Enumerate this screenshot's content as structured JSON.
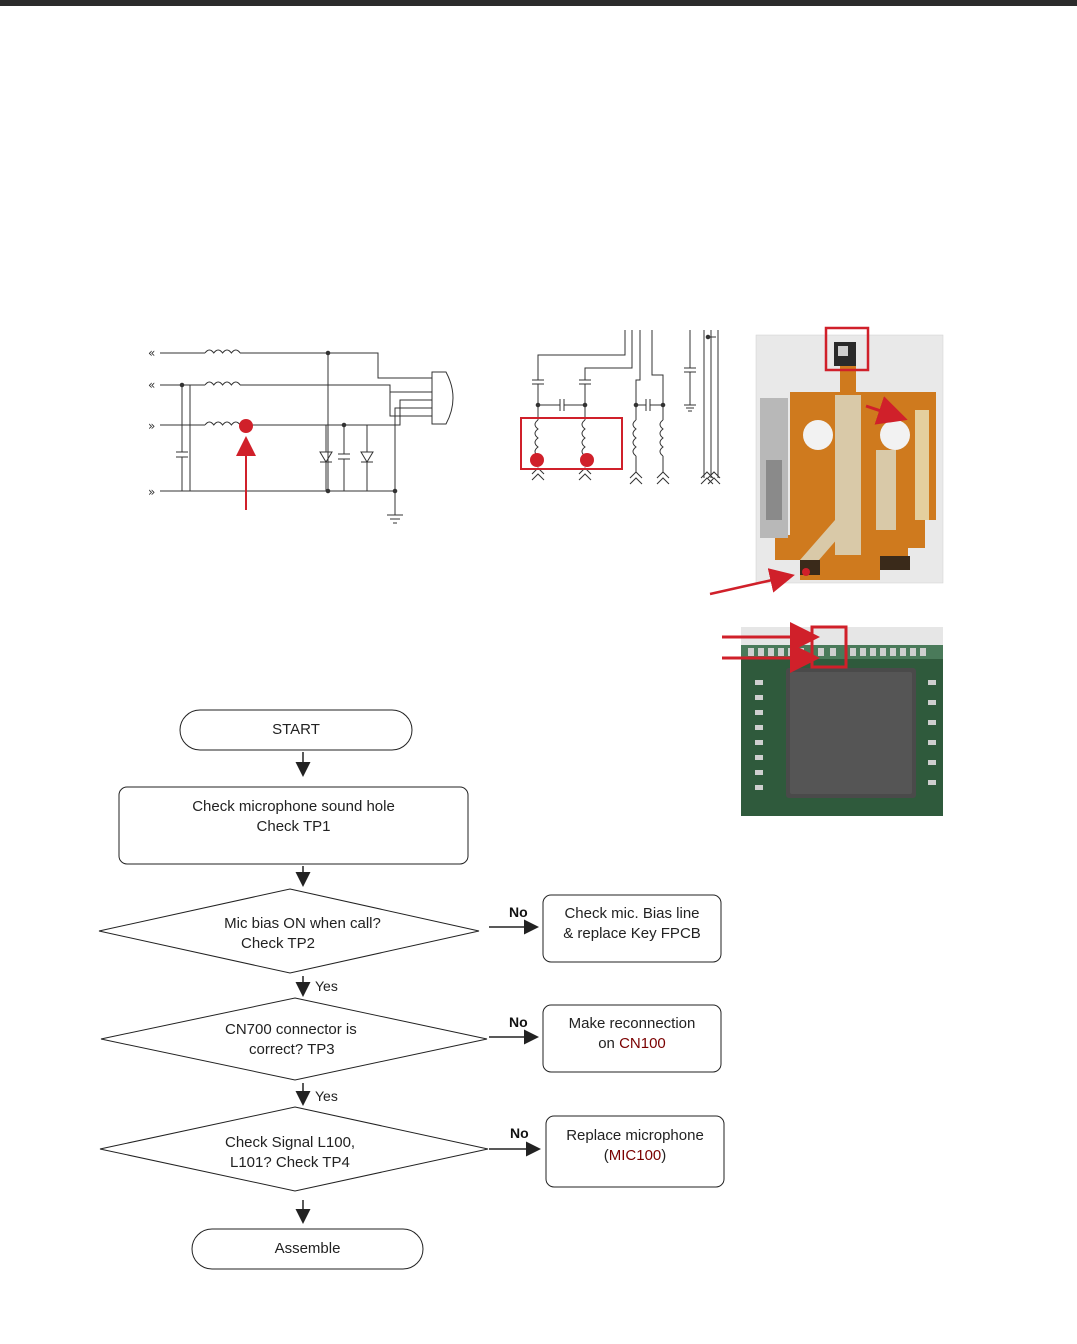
{
  "flow": {
    "start": "START",
    "step1": {
      "line1": "Check microphone sound hole",
      "line2": "Check TP1"
    },
    "d1": {
      "line1": "Mic  bias  ON  when  call?",
      "line2": "Check TP2"
    },
    "d2": {
      "line1": "CN700 connector is",
      "line2": "correct? TP3"
    },
    "d3": {
      "line1": "Check Signal L100,",
      "line2": "L101? Check TP4"
    },
    "r1": {
      "line1": "Check mic. Bias line",
      "line2": "& replace Key FPCB"
    },
    "r2": {
      "line1": "Make reconnection",
      "line2_prefix": "on ",
      "line2_code": "CN100"
    },
    "r3": {
      "line1": "Replace microphone",
      "line2_open": "(",
      "line2_code": "MIC100",
      "line2_close": ")"
    },
    "no": "No",
    "yes": "Yes",
    "end": "Assemble"
  },
  "colors": {
    "marker": "#d0202a",
    "line": "#222222",
    "board_pcb": "#cf7a1e",
    "board_bg": "#e8e8e8",
    "chip_board": "#2f5a3c",
    "chip": "#4a4a4a"
  },
  "icons": [
    "test-point-marker",
    "pointer-arrow",
    "inductor-symbol",
    "capacitor-symbol",
    "ground-symbol",
    "connector-symbol"
  ]
}
